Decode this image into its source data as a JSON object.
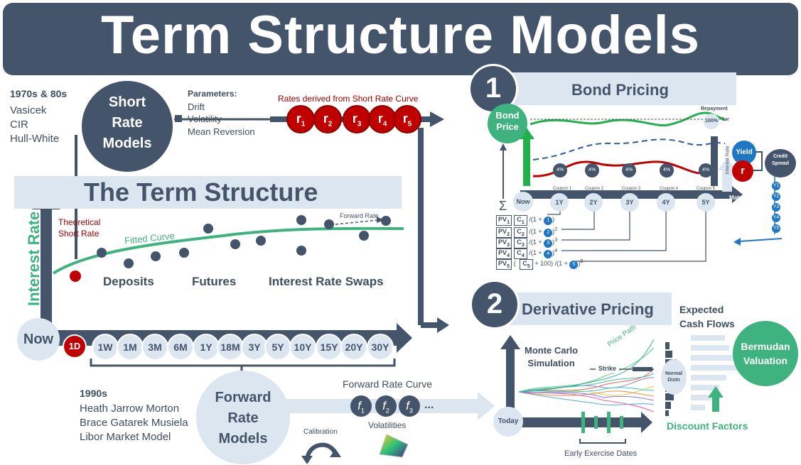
{
  "title": "Term Structure Models",
  "short_rate": {
    "era": "1970s & 80s",
    "models": [
      "Vasicek",
      "CIR",
      "Hull-White"
    ],
    "circle_label": [
      "Short",
      "Rate",
      "Models"
    ],
    "params_title": "Parameters:",
    "params": [
      "Drift",
      "Volatility",
      "Mean Reversion"
    ],
    "rates_caption": "Rates derived from Short Rate Curve",
    "rates": [
      "1",
      "2",
      "3",
      "4",
      "5"
    ]
  },
  "term_structure": {
    "banner": "The Term Structure",
    "y_axis": "Interest Rate",
    "theoretical": [
      "Theoretical",
      "Short Rate"
    ],
    "fitted_curve": "Fitted Curve",
    "forward_rate": "Forward Rate",
    "groups": [
      "Deposits",
      "Futures",
      "Interest Rate Swaps"
    ],
    "now": "Now",
    "tenors": [
      "1D",
      "1W",
      "1M",
      "3M",
      "6M",
      "1Y",
      "18M",
      "3Y",
      "5Y",
      "10Y",
      "15Y",
      "20Y",
      "30Y"
    ]
  },
  "forward_rate": {
    "era": "1990s",
    "models": [
      "Heath Jarrow Morton",
      "Brace Gatarek Musiela",
      "Libor Market Model"
    ],
    "circle_label": [
      "Forward",
      "Rate",
      "Models"
    ],
    "curve_caption": "Forward Rate Curve",
    "rates": [
      "1",
      "2",
      "3"
    ],
    "ellipsis": "...",
    "calibration": "Calibration",
    "volatilities": "Volatilities"
  },
  "bond_pricing": {
    "number": "1",
    "banner": "Bond Pricing",
    "bond_price": [
      "Bond",
      "Price"
    ],
    "repayment": "Repayment",
    "par_pct": "100%",
    "par": "Par",
    "coupon_pct": "4%",
    "coupons": [
      "Coupon 1",
      "Coupon 2",
      "Coupon 3",
      "Coupon 4",
      "Coupon 5"
    ],
    "times": [
      "Now",
      "1Y",
      "2Y",
      "3Y",
      "4Y",
      "5Y"
    ],
    "maturity": "Maturity",
    "interest_rate": "Interest Rate",
    "yield": "Yield",
    "r": "r",
    "credit_spread": [
      "Credit",
      "Spread"
    ],
    "sigma": "Σ",
    "pv_rows": [
      {
        "pv": "PV",
        "sub": "1",
        "c": "C",
        "csub": "1",
        "pre": "/(1 + ",
        "y": "1",
        "exp": "",
        "extra": ""
      },
      {
        "pv": "PV",
        "sub": "2",
        "c": "C",
        "csub": "2",
        "pre": "/(1 + ",
        "y": "2",
        "exp": "2",
        "extra": ""
      },
      {
        "pv": "PV",
        "sub": "3",
        "c": "C",
        "csub": "3",
        "pre": "/(1 + ",
        "y": "3",
        "exp": "3",
        "extra": ""
      },
      {
        "pv": "PV",
        "sub": "4",
        "c": "C",
        "csub": "4",
        "pre": "/(1 + ",
        "y": "4",
        "exp": "4",
        "extra": ""
      },
      {
        "pv": "PV",
        "sub": "5",
        "c": "C",
        "csub": "5",
        "pre": "/(1 + ",
        "y": "5",
        "exp": "5",
        "extra": "+ 100)"
      }
    ],
    "y_labels": [
      "Y1",
      "Y2",
      "Y3",
      "Y4",
      "Y5"
    ]
  },
  "derivative_pricing": {
    "number": "2",
    "banner": "Derivative Pricing",
    "monte_carlo": [
      "Monte Carlo",
      "Simulation"
    ],
    "price_path": "Price Path",
    "strike": "Strike",
    "normal_distn": [
      "Normal",
      "Distn"
    ],
    "expected": [
      "Expected",
      "Cash Flows"
    ],
    "bermudan": [
      "Bermudan",
      "Valuation"
    ],
    "discount": "Discount Factors",
    "today": "Today",
    "early_exercise": "Early Exercise Dates"
  },
  "colors": {
    "navy": "#44546a",
    "light": "#dce6f0",
    "green": "#3fb37f",
    "red": "#c00000",
    "blue": "#1f77c4"
  }
}
